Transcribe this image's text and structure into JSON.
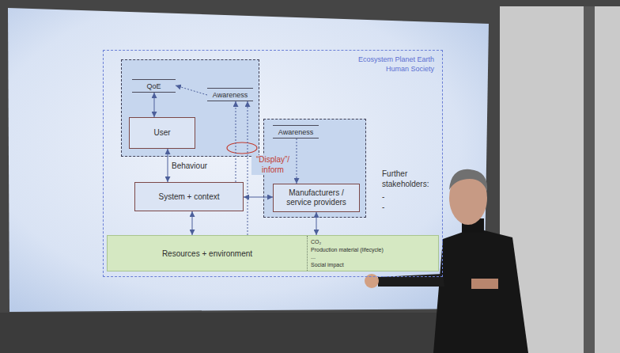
{
  "diagram": {
    "nodes": [
      {
        "text": [
          "Ecosystem Planet Earth",
          "Human Society"
        ]
      },
      {
        "text": [],
        "in": 0
      },
      {
        "text": [
          "QoE"
        ],
        "in": 1
      },
      {
        "text": [
          "Awareness"
        ],
        "in": 1
      },
      {
        "text": [
          "User"
        ],
        "in": 1
      },
      {
        "text": [],
        "in": 0
      },
      {
        "text": [
          "Awareness"
        ],
        "in": 5
      },
      {
        "text": [
          "Manufacturers / service providers"
        ],
        "in": 5
      },
      {
        "text": [
          "System + context"
        ],
        "in": 0
      },
      {
        "text": [
          "Resources + environment",
          "CO₂",
          "Production material (lifecycle)",
          "...",
          "Social impact"
        ],
        "in": 0
      }
    ],
    "edges": [
      {
        "from": 2,
        "to": 4,
        "arrow": "both"
      },
      {
        "from": 3,
        "to": 2,
        "arrow": "to"
      },
      {
        "from": 4,
        "to": 8,
        "label": "Behaviour",
        "arrow": "both"
      },
      {
        "from": 8,
        "to": 3,
        "arrow": "to"
      },
      {
        "from": 9,
        "to": 3,
        "arrow": "to"
      },
      {
        "from": 8,
        "to": 7,
        "arrow": "both"
      },
      {
        "from": 6,
        "to": 7,
        "arrow": "to"
      },
      {
        "from": 8,
        "to": 9,
        "arrow": "both"
      },
      {
        "from": 7,
        "to": 9,
        "arrow": "both"
      }
    ],
    "labels": [
      "“Display”/ inform",
      "Further stakeholders:",
      "-",
      "-"
    ]
  }
}
